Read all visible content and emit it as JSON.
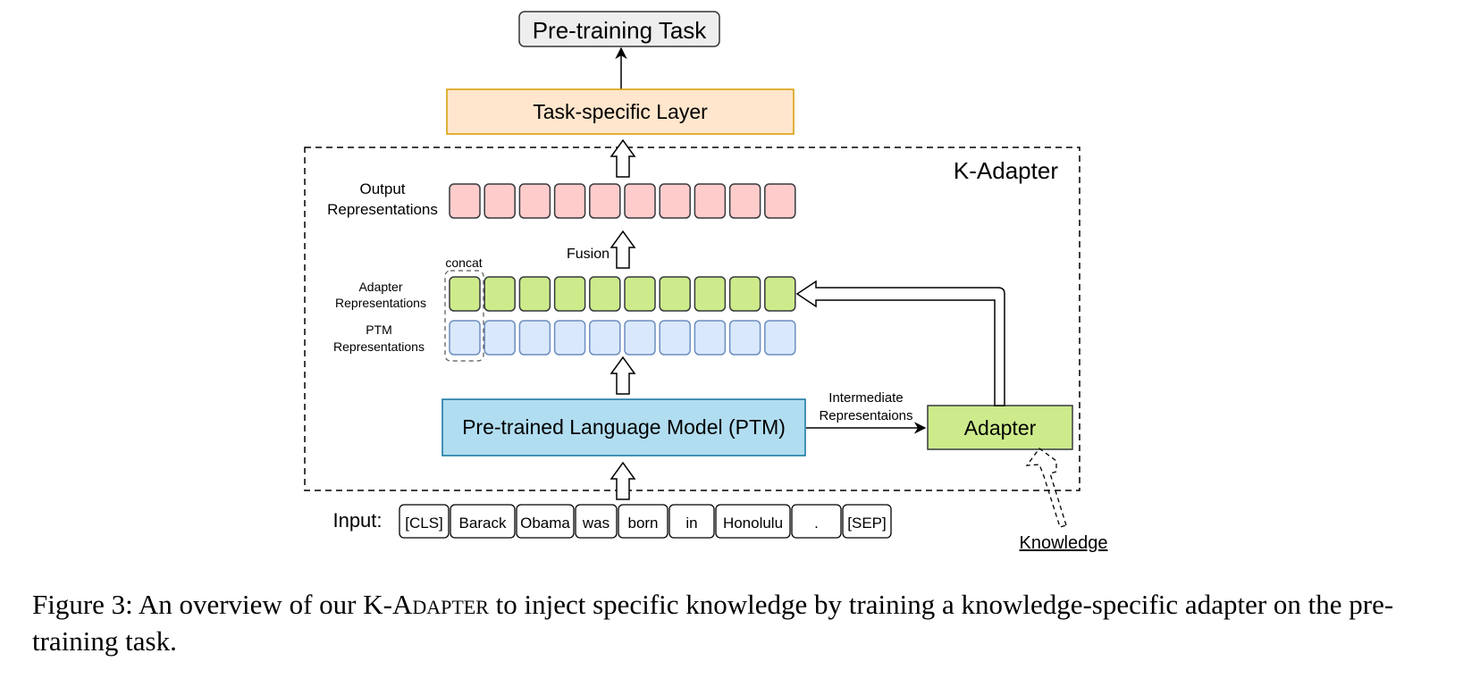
{
  "diagram": {
    "pretraining_task": {
      "label": "Pre-training Task",
      "fill": "#eeeeee",
      "stroke": "#333333"
    },
    "task_layer": {
      "label": "Task-specific Layer",
      "fill": "#ffe6cc",
      "stroke": "#d79b00"
    },
    "k_adapter_group": {
      "label": "K-Adapter"
    },
    "output_row": {
      "label_line1": "Output",
      "label_line2": "Representations",
      "count": 10,
      "fill": "#ffcccc",
      "stroke": "#36393d"
    },
    "fusion_label": "Fusion",
    "concat_label": "concat",
    "adapter_row": {
      "label_line1": "Adapter",
      "label_line2": "Representations",
      "count": 10,
      "fill": "#cdeb8b",
      "stroke": "#36393d"
    },
    "ptm_row": {
      "label_line1": "PTM",
      "label_line2": "Representations",
      "count": 10,
      "fill": "#dae8fc",
      "stroke": "#6c8ebf"
    },
    "ptm_box": {
      "label": "Pre-trained Language Model (PTM)",
      "fill": "#b1ddf0",
      "stroke": "#10739e"
    },
    "intermediate_label_line1": "Intermediate",
    "intermediate_label_line2": "Representaions",
    "adapter_box": {
      "label": "Adapter",
      "fill": "#cdeb8b",
      "stroke": "#36393d"
    },
    "knowledge_label": "Knowledge",
    "input_label": "Input:",
    "input_tokens": [
      "[CLS]",
      "Barack",
      "Obama",
      "was",
      "born",
      "in",
      "Honolulu",
      ".",
      "[SEP]"
    ]
  },
  "caption": {
    "prefix": "Figure 3: An overview of our ",
    "name_k": "K-",
    "name_rest": "Adapter",
    "suffix": " to inject specific knowledge by training a knowledge-specific adapter on the pre-training task."
  }
}
